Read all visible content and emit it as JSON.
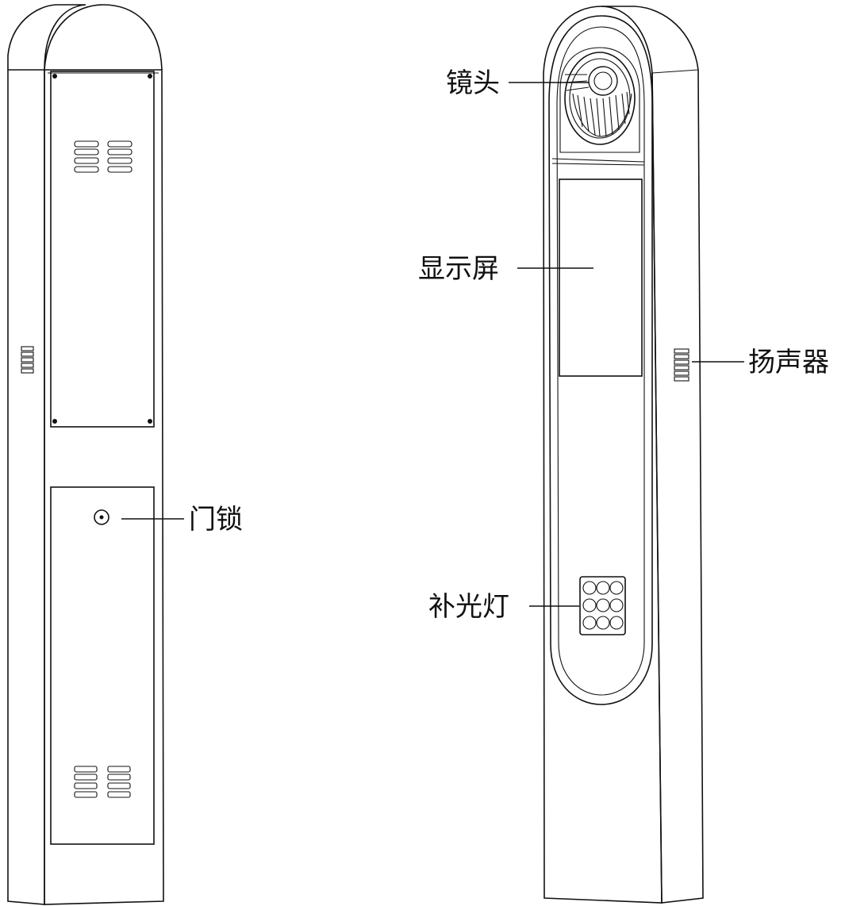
{
  "labels": {
    "door_lock": "门锁",
    "lens": "镜头",
    "display": "显示屏",
    "speaker": "扬声器",
    "fill_light": "补光灯"
  }
}
